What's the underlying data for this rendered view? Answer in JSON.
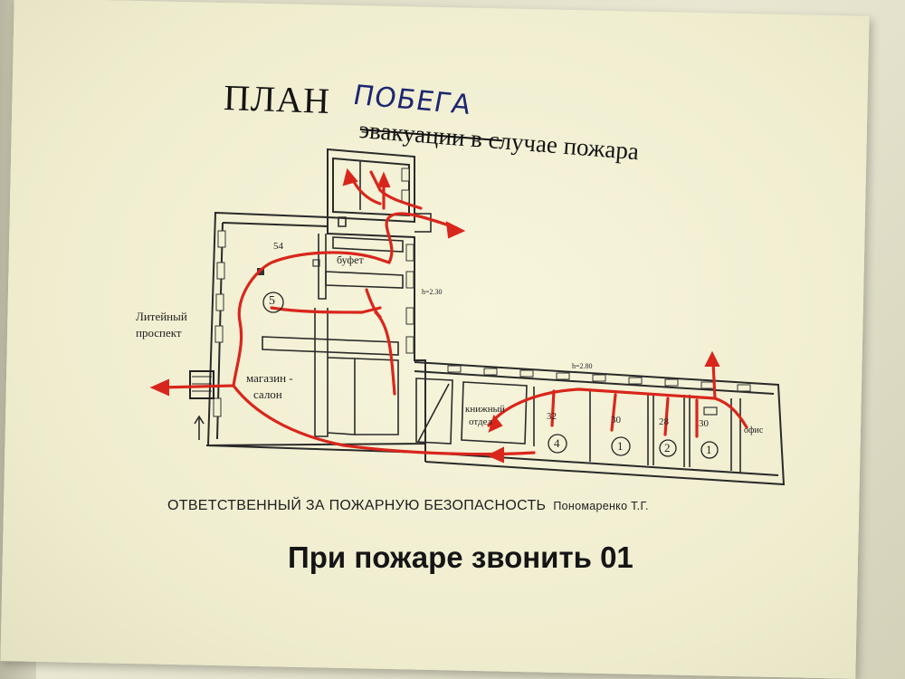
{
  "sign": {
    "title_main": "ПЛАН",
    "title_printed": "эвакуации в случае пожара",
    "title_handwritten": "ПОБЕГА",
    "responsible_label": "ОТВЕТСТВЕННЫЙ ЗА ПОЖАРНУЮ БЕЗОПАСНОСТЬ",
    "responsible_person": "Пономаренко Т.Г.",
    "emergency_call": "При пожаре звонить 01"
  },
  "plan_labels": {
    "street_line1": "Литейный",
    "street_line2": "проспект",
    "shop_line1": "магазин -",
    "shop_line2": "салон",
    "buffet": "буфет",
    "book_line1": "книжный",
    "book_line2": "отдел",
    "office": "офис",
    "room_54": "54",
    "room_32": "32",
    "room_30": "30",
    "room_28": "28",
    "room_30b": "30",
    "height_1": "h=2.30",
    "height_2": "h=2.80"
  },
  "markers": {
    "circle_5": "5",
    "circle_4": "4",
    "circle_1a": "1",
    "circle_2": "2",
    "circle_1b": "1"
  },
  "colors": {
    "paper": "#f3f1d3",
    "ink": "#141414",
    "route_red": "#d9261c",
    "handwriting_blue": "#1d2670"
  }
}
